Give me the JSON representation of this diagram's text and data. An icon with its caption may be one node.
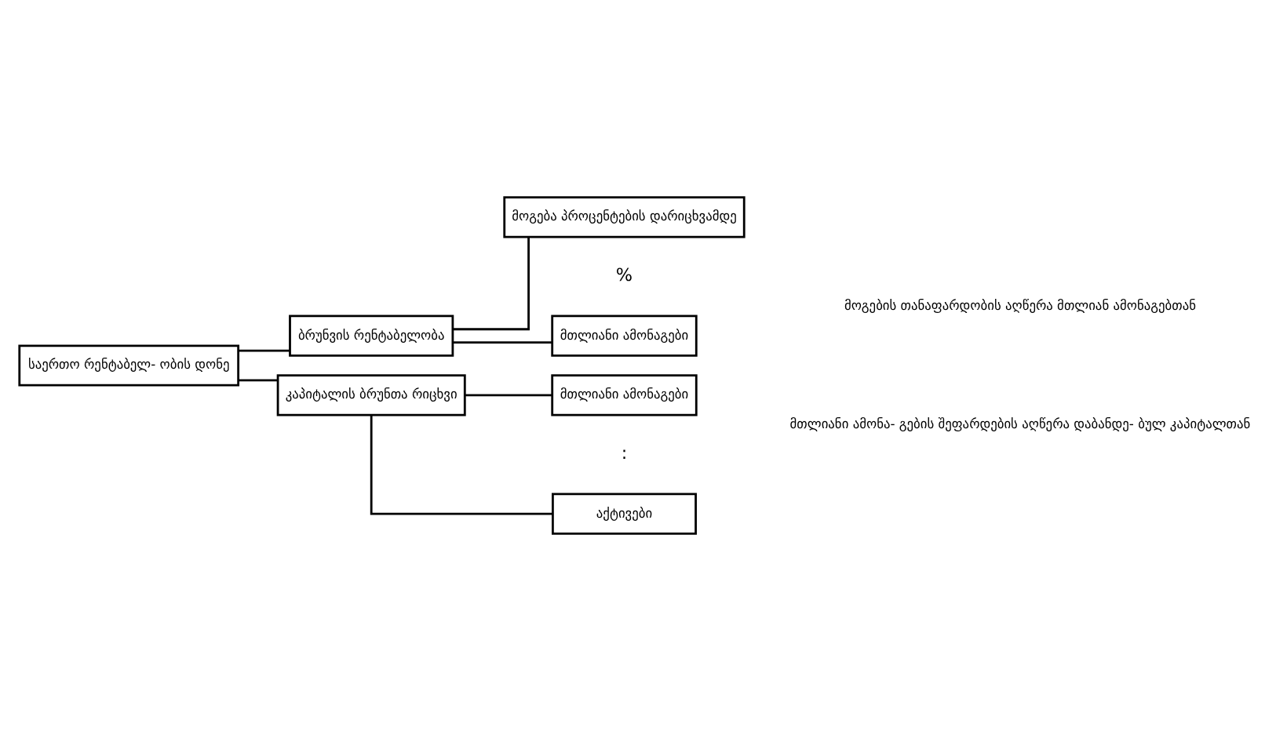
{
  "diagram": {
    "nodes": [
      {
        "text": [
          "საერთო რენტაბელ- ობის დონე"
        ]
      },
      {
        "text": [
          "ბრუნვის რენტაბელობა"
        ]
      },
      {
        "text": [
          "მოგება პროცენტების დარიცხვამდე"
        ]
      },
      {
        "text": [
          "მთლიანი ამონაგები"
        ]
      },
      {
        "text": [
          "კაპიტალის ბრუნთა რიცხვი"
        ]
      },
      {
        "text": [
          "მთლიანი ამონაგები"
        ]
      },
      {
        "text": [
          "აქტივები"
        ]
      }
    ],
    "edges": [
      {
        "from": 0,
        "to": 1,
        "arrow": "none"
      },
      {
        "from": 0,
        "to": 4,
        "arrow": "none"
      },
      {
        "from": 1,
        "to": 2,
        "arrow": "none"
      },
      {
        "from": 1,
        "to": 3,
        "arrow": "none"
      },
      {
        "from": 4,
        "to": 5,
        "arrow": "none"
      },
      {
        "from": 4,
        "to": 6,
        "arrow": "none"
      }
    ],
    "labels": [
      "%",
      "მოგების თანაფარდობის აღწერა მთლიან ამონაგებთან",
      ":",
      "მთლიანი ამონა- გების შეფარდების აღწერა დაბანდე- ბულ კაპიტალთან"
    ]
  }
}
